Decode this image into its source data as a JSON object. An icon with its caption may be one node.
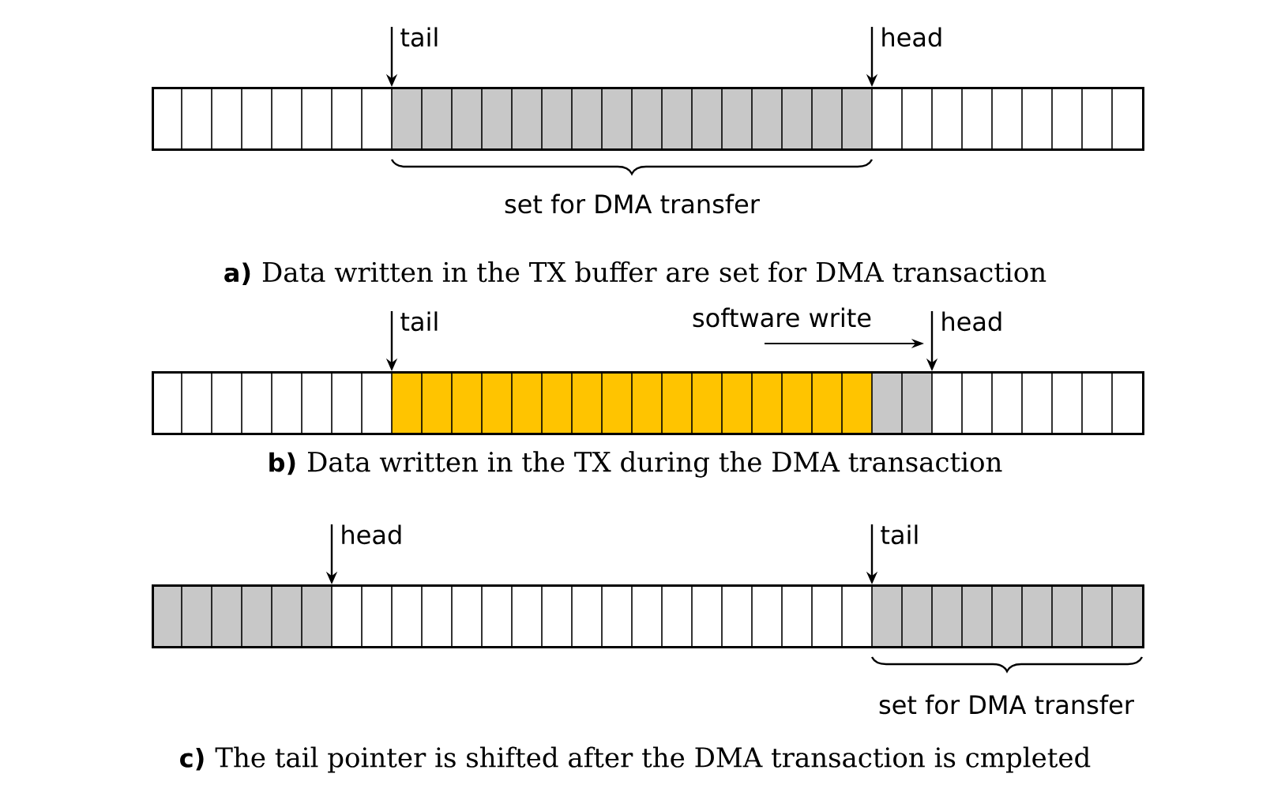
{
  "diagram": {
    "nodes": [
      {
        "text": [],
        "shape": "bar"
      },
      {
        "text": [
          "tail"
        ]
      },
      {
        "text": [
          "head"
        ]
      },
      {
        "text": [],
        "shape": "bar"
      },
      {
        "text": [
          "tail"
        ]
      },
      {
        "text": [
          "head"
        ]
      },
      {
        "text": [],
        "shape": "bar"
      },
      {
        "text": [
          "head"
        ]
      },
      {
        "text": [
          "tail"
        ]
      }
    ],
    "edges": [
      {
        "from": 1,
        "to": 0,
        "arrow": "to"
      },
      {
        "from": 2,
        "to": 0,
        "arrow": "to"
      },
      {
        "from": 4,
        "to": 3,
        "arrow": "to"
      },
      {
        "from": 5,
        "to": 3,
        "arrow": "to"
      },
      {
        "from": 7,
        "to": 6,
        "arrow": "to"
      },
      {
        "from": 8,
        "to": 6,
        "arrow": "to"
      }
    ],
    "labels": [
      "set for DMA transfer",
      "a)",
      "Data written in the TX buffer are set for DMA transaction",
      "software write",
      "b)",
      "Data written in the TX during the DMA transaction",
      "set for DMA transfer",
      "c)",
      "The tail pointer is shifted after the DMA transaction is cmpleted"
    ]
  }
}
